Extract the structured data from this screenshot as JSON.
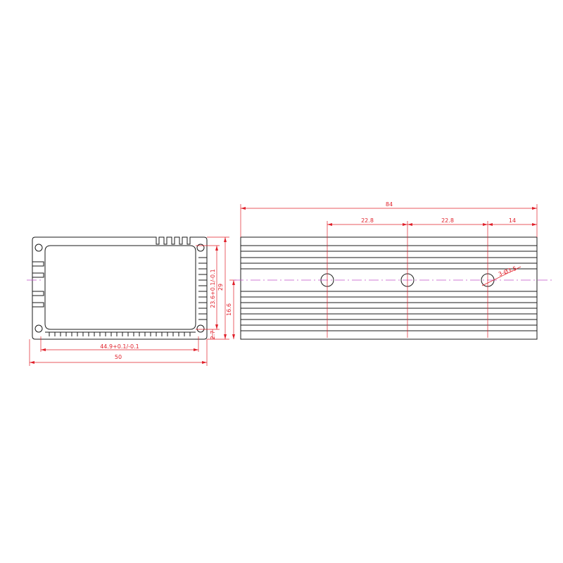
{
  "dimensions": {
    "total_length": "84",
    "hole_spacing_1": "22.8",
    "hole_spacing_2": "22.8",
    "end_offset": "14",
    "hole_callout": "3-Ø3.5",
    "inner_width": "44.9+0.1/-0.1",
    "outer_width": "50",
    "inner_height": "23.6+0.1/-0.1",
    "outer_height": "29",
    "center_height": "16.6",
    "base_offset": "2.7"
  },
  "colors": {
    "outline": "#1a1a1a",
    "dimension": "#e0202a",
    "centerline": "#c050c8",
    "background": "#ffffff"
  }
}
